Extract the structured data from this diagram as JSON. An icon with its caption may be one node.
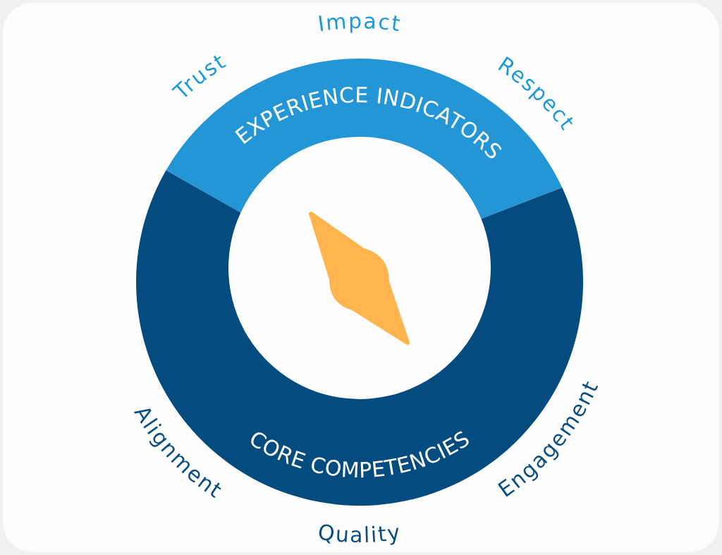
{
  "diagram": {
    "nodes": [
      {
        "text": [
          "EXPERIENCE INDICATORS"
        ],
        "beside": [
          "Impact",
          "Trust",
          "Respect"
        ]
      },
      {
        "text": [
          "CORE COMPETENCIES"
        ],
        "beside": [
          "Alignment",
          "Quality",
          "Engagement"
        ]
      }
    ]
  }
}
